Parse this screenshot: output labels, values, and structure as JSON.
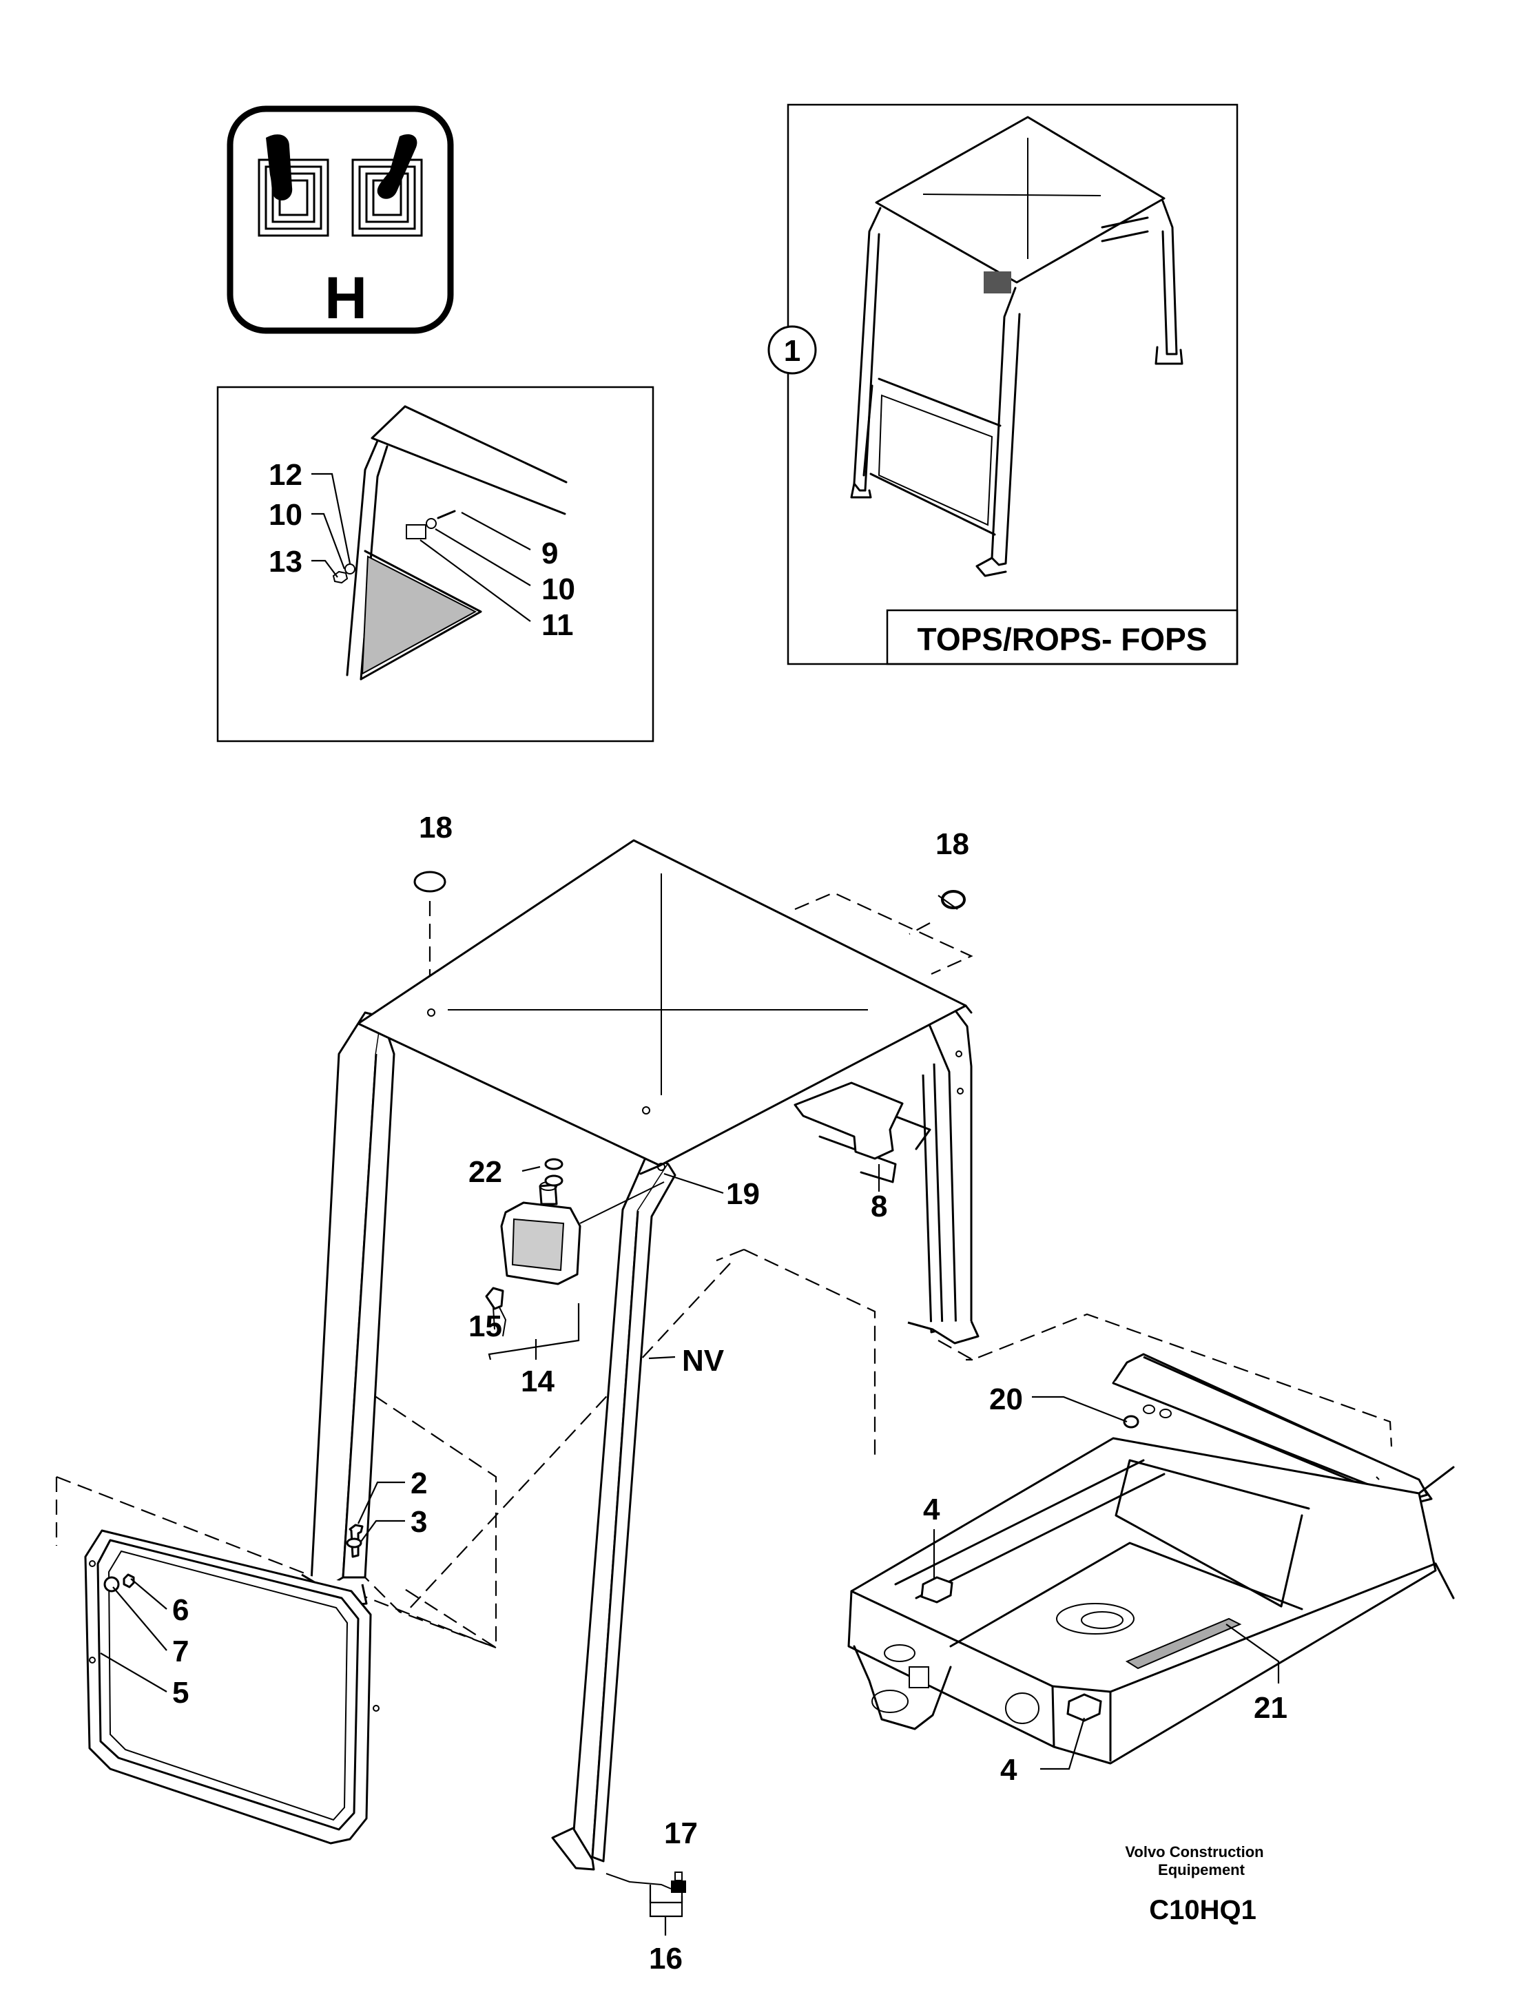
{
  "symbol": {
    "letter": "H",
    "icon": "two-joystick-levers-icon"
  },
  "variant_box": {
    "circle_ref": "1",
    "caption": "TOPS/ROPS- FOPS"
  },
  "detail_box": {
    "refs": [
      "12",
      "10",
      "13",
      "9",
      "10",
      "11"
    ]
  },
  "part_labels": {
    "p18a": "18",
    "p18b": "18",
    "p22": "22",
    "p19": "19",
    "p8": "8",
    "p15": "15",
    "p14": "14",
    "pNV": "NV",
    "p20": "20",
    "p2": "2",
    "p3": "3",
    "p4a": "4",
    "p6": "6",
    "p7": "7",
    "p5": "5",
    "p17": "17",
    "p16": "16",
    "p4b": "4",
    "p21": "21"
  },
  "footer": {
    "maker_line1": "Volvo Construction",
    "maker_line2": "Equipement",
    "code": "C10HQ1"
  }
}
